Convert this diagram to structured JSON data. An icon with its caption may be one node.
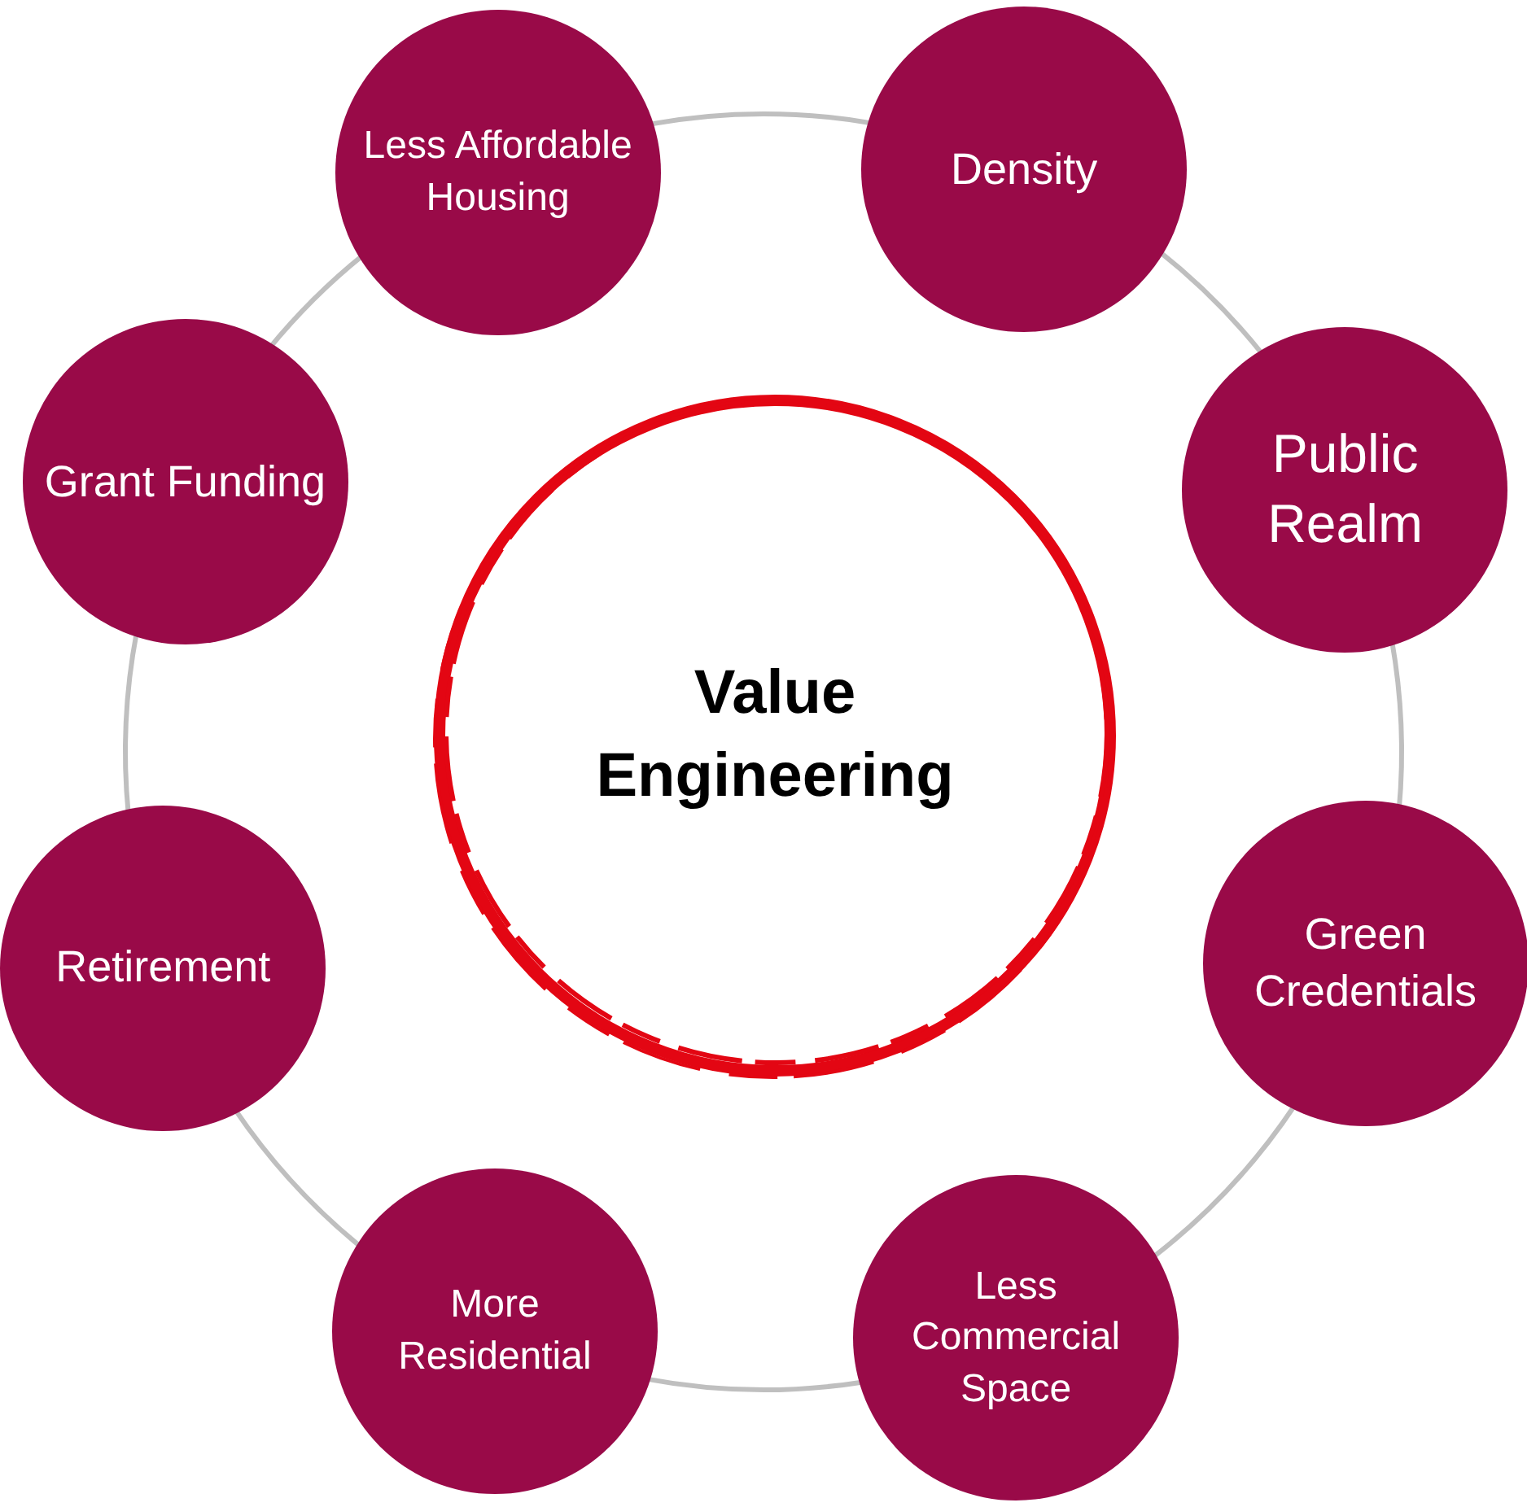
{
  "diagram": {
    "nodes": [
      {
        "text": [
          "Value Engineering"
        ]
      },
      {
        "text": [
          "Less Affordable Housing"
        ]
      },
      {
        "text": [
          "Density"
        ]
      },
      {
        "text": [
          "Public Realm"
        ]
      },
      {
        "text": [
          "Green Credentials"
        ]
      },
      {
        "text": [
          "Less Commercial Space"
        ]
      },
      {
        "text": [
          "More Residential"
        ]
      },
      {
        "text": [
          "Retirement"
        ]
      },
      {
        "text": [
          "Grant Funding"
        ]
      }
    ],
    "edges": [
      {
        "from": 1,
        "to": 2,
        "arrow": "none"
      },
      {
        "from": 2,
        "to": 3,
        "arrow": "none"
      },
      {
        "from": 3,
        "to": 4,
        "arrow": "none"
      },
      {
        "from": 4,
        "to": 5,
        "arrow": "none"
      },
      {
        "from": 5,
        "to": 6,
        "arrow": "none"
      },
      {
        "from": 6,
        "to": 7,
        "arrow": "none"
      },
      {
        "from": 7,
        "to": 8,
        "arrow": "none"
      },
      {
        "from": 8,
        "to": 1,
        "arrow": "none"
      }
    ]
  }
}
